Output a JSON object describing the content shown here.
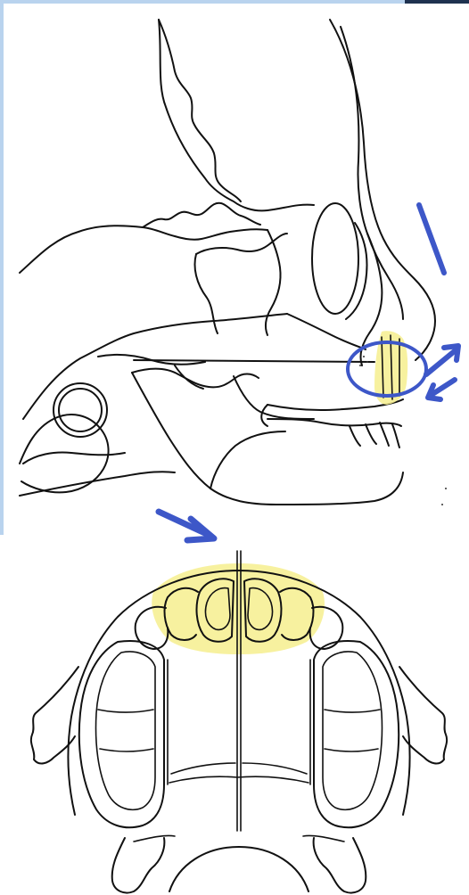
{
  "figure": {
    "panels": [
      {
        "name": "skull-lateral-view",
        "labels": []
      },
      {
        "name": "palate-inferior-view",
        "labels": []
      }
    ],
    "colors": {
      "line": "#111111",
      "highlight": "#f6ef8e",
      "annotation": "#3d57c8",
      "frame": "#b9d3ee"
    },
    "annotations": {
      "arrows": [
        "nasal-line-marker",
        "circle-marker",
        "outward-arrows",
        "palate-pointer-arrow"
      ]
    }
  }
}
